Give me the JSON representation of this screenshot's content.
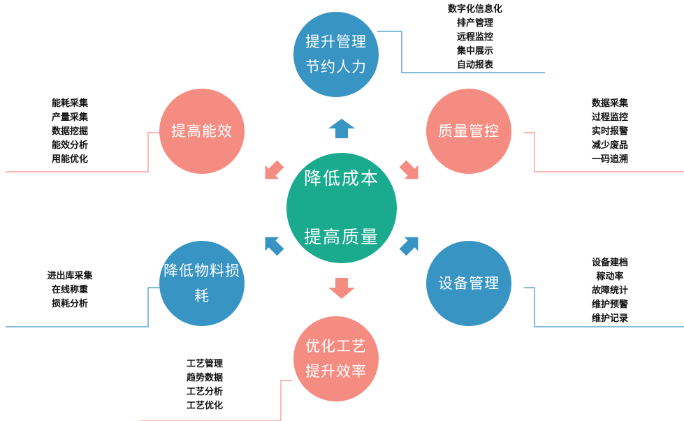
{
  "colors": {
    "teal": "#1aaa8e",
    "blue": "#3794c3",
    "salmon": "#f58c82",
    "line": "#3794c3"
  },
  "center": {
    "line1": "降低成本",
    "line2": "提高质量"
  },
  "nodes": {
    "top": {
      "label": "提升管理\n节约人力",
      "items": [
        "数字化信息化",
        "排产管理",
        "远程监控",
        "集中展示",
        "自动报表"
      ]
    },
    "upper_left": {
      "label": "提高能效",
      "items": [
        "能耗采集",
        "产量采集",
        "数据挖掘",
        "能效分析",
        "用能优化"
      ]
    },
    "upper_right": {
      "label": "质量管控",
      "items": [
        "数据采集",
        "过程监控",
        "实时报警",
        "减少废品",
        "一码追溯"
      ]
    },
    "lower_left": {
      "label": "降低物料损\n耗",
      "items": [
        "进出库采集",
        "在线称重",
        "损耗分析"
      ]
    },
    "lower_right": {
      "label": "设备管理",
      "items": [
        "设备建档",
        "稼动率",
        "故障统计",
        "维护预警",
        "维护记录"
      ]
    },
    "bottom": {
      "label": "优化工艺\n提升效率",
      "items": [
        "工艺管理",
        "趋势数据",
        "工艺分析",
        "工艺优化"
      ]
    }
  }
}
